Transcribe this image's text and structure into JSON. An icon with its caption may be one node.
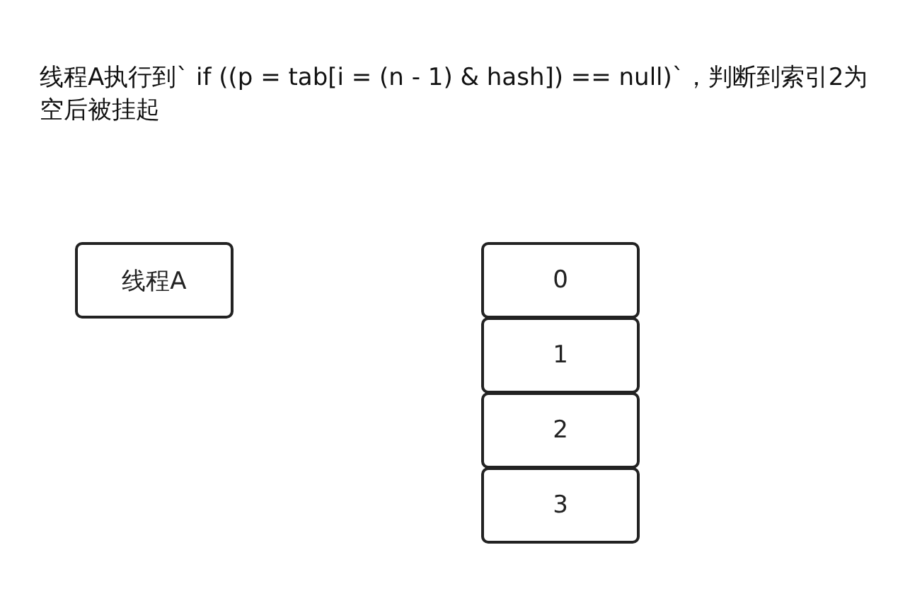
{
  "diagram": {
    "title": "线程A执行到` if ((p = tab[i = (n - 1) & hash]) == null)`，判断到索引2为空后被挂起",
    "nodes": [
      {
        "text": [
          "线程A"
        ]
      },
      {
        "text": [
          "0"
        ]
      },
      {
        "text": [
          "1"
        ]
      },
      {
        "text": [
          "2"
        ]
      },
      {
        "text": [
          "3"
        ]
      }
    ]
  }
}
